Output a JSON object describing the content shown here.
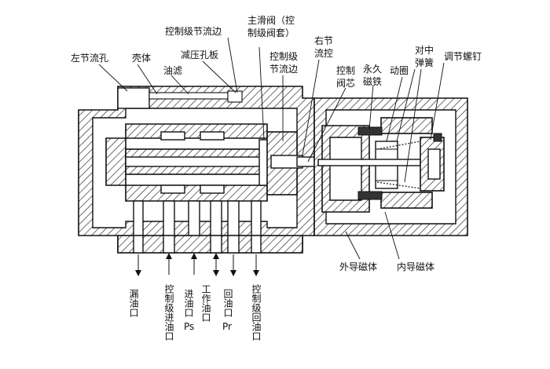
{
  "diagram": {
    "top_labels": {
      "left_orifice": "左节流孔",
      "housing": "壳体",
      "oil_filter": "油滤",
      "pressure_plate": "减压孔板",
      "control_stage_edge_top": "控制级节流边",
      "main_spool_line1": "主滑阀（控",
      "main_spool_line2": "制级阀套）",
      "control_stage_edge_line1": "控制级",
      "control_stage_edge_line2": "节流边",
      "right_orifice_line1": "右节",
      "right_orifice_line2": "流控",
      "control_core_line1": "控制",
      "control_core_line2": "阀芯",
      "permanent_magnet_line1": "永久",
      "permanent_magnet_line2": "磁铁",
      "moving_coil": "动圈",
      "centering_spring_line1": "对中",
      "centering_spring_line2": "弹簧",
      "adjust_screw": "调节螺钉"
    },
    "right_labels": {
      "outer_magnet": "外导磁体",
      "inner_magnet": "内导磁体"
    },
    "port_labels": {
      "leak_port": "漏油口",
      "control_inlet": "控制级进油口",
      "inlet_port": "进油口",
      "inlet_code": "Ps",
      "work_port": "工作油口",
      "return_port": "回油口",
      "return_code": "Pr",
      "control_return": "控制级回油口"
    }
  }
}
